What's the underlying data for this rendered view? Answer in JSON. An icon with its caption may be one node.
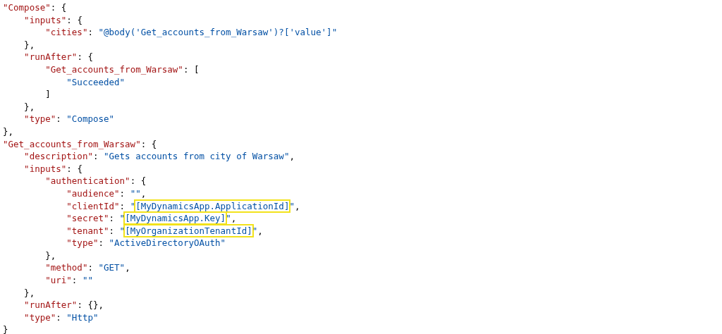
{
  "diagram": {
    "labels": [
      "\"Compose\": {",
      "    \"inputs\": {",
      "        \"cities\": \"@body('Get_accounts_from_Warsaw')?['value']\"",
      "    },",
      "    \"runAfter\": {",
      "        \"Get_accounts_from_Warsaw\": [",
      "            \"Succeeded\"",
      "        ]",
      "    },",
      "    \"type\": \"Compose\"",
      "},",
      "\"Get_accounts_from_Warsaw\": {",
      "    \"description\": \"Gets accounts from city of Warsaw\",",
      "    \"inputs\": {",
      "        \"authentication\": {",
      "            \"audience\": \"\",",
      "            \"clientId\": \"[MyDynamicsApp.ApplicationId]\",",
      "            \"secret\": \"[MyDynamicsApp.Key]\",",
      "            \"tenant\": \"[MyOrganizationTenantId]\",",
      "            \"type\": \"ActiveDirectoryOAuth\"",
      "        },",
      "        \"method\": \"GET\",",
      "        \"uri\": \"\"",
      "    },",
      "    \"runAfter\": {},",
      "    \"type\": \"Http\"",
      "}"
    ]
  }
}
